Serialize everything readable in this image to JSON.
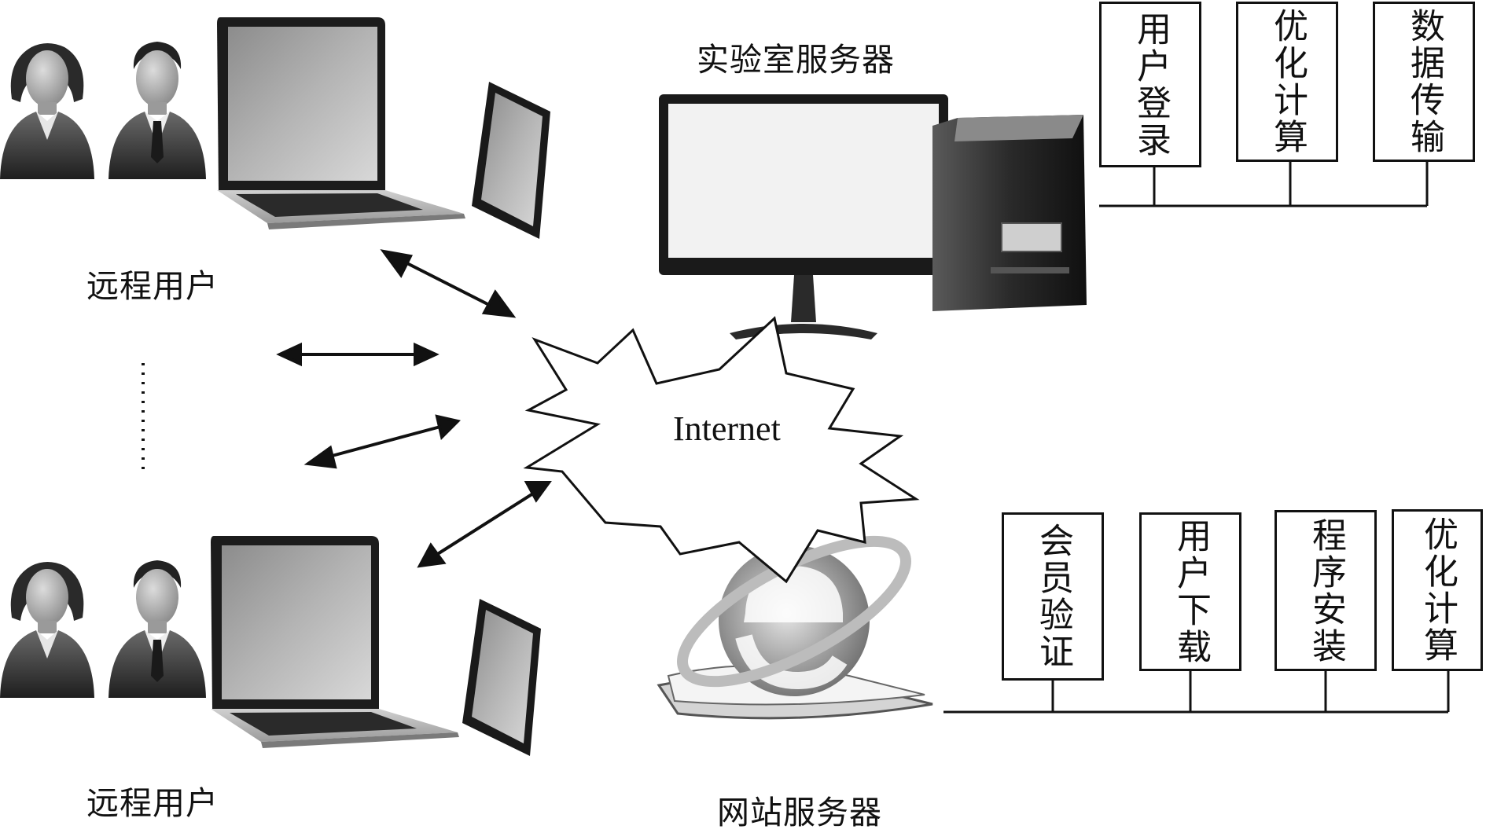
{
  "labels": {
    "remote_user_top": "远程用户",
    "remote_user_bottom": "远程用户",
    "lab_server": "实验室服务器",
    "web_server": "网站服务器",
    "internet": "Internet"
  },
  "lab_server_modules": [
    "用户登录",
    "优化计算",
    "数据传输"
  ],
  "web_server_modules": [
    "会员验证",
    "用户下载",
    "程序安装",
    "优化计算"
  ]
}
